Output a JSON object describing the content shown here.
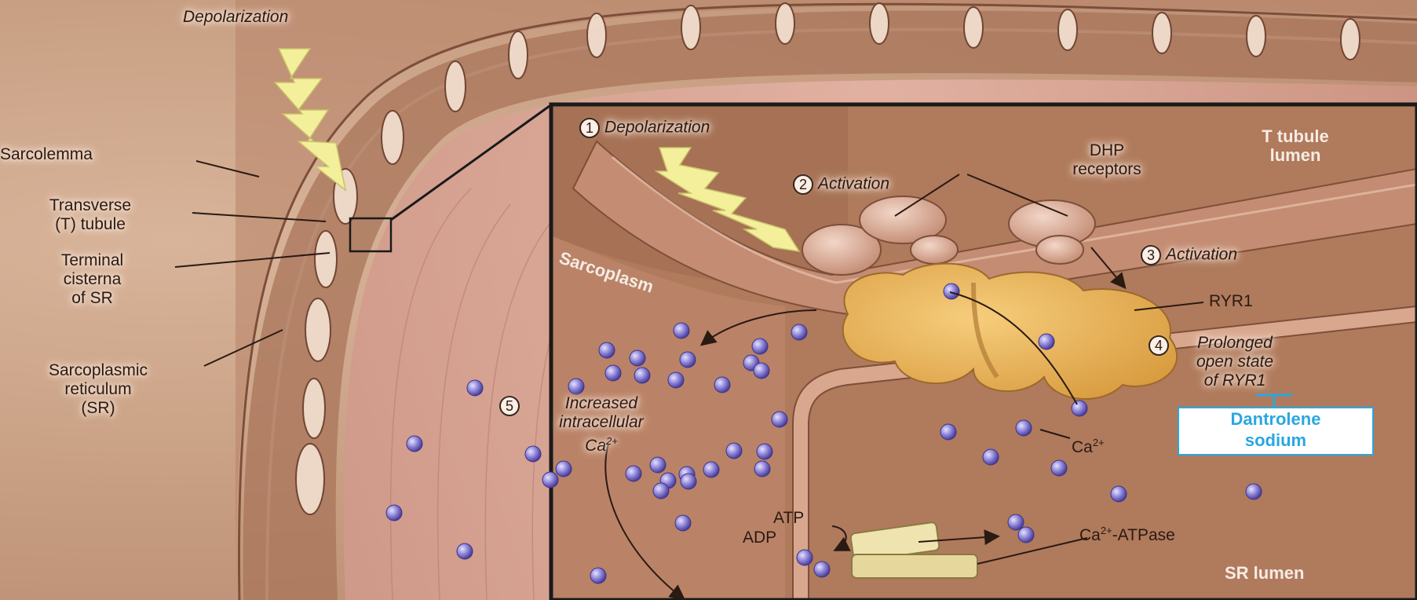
{
  "labels": {
    "top_depolarization": "Depolarization",
    "sarcolemma": "Sarcolemma",
    "t_tubule_1": "Transverse",
    "t_tubule_2": "(T) tubule",
    "terminal_1": "Terminal",
    "terminal_2": "cisterna",
    "terminal_3": "of SR",
    "sr_1": "Sarcoplasmic",
    "sr_2": "reticulum",
    "sr_3": "(SR)",
    "sarcoplasm": "Sarcoplasm",
    "ttubule_lumen_1": "T tubule",
    "ttubule_lumen_2": "lumen",
    "sr_lumen": "SR lumen",
    "dhp_1": "DHP",
    "dhp_2": "receptors",
    "ryr1": "RYR1",
    "ca_base": "Ca",
    "ca_sup": "2+",
    "atpase_base": "Ca",
    "atpase_sup": "2+",
    "atpase_tail": "-ATPase",
    "atp": "ATP",
    "adp": "ADP"
  },
  "steps": [
    {
      "num": "1",
      "text": "Depolarization"
    },
    {
      "num": "2",
      "text": "Activation"
    },
    {
      "num": "3",
      "text": "Activation"
    },
    {
      "num": "4",
      "lines": [
        "Prolonged",
        "open state",
        "of RYR1"
      ]
    },
    {
      "num": "5",
      "lines": [
        "Increased",
        "intracellular",
        "Ca"
      ],
      "sup": "2+"
    }
  ],
  "drug": {
    "line1": "Dantrolene",
    "line2": "sodium"
  },
  "colors": {
    "tissue": "#c9a084",
    "inset_bg": "#b07a5c",
    "ryr1": "#e8b25a",
    "calcium": "#7e74c8",
    "bolt": "#f3ef9a",
    "dantrolene": "#2aa7e0"
  }
}
